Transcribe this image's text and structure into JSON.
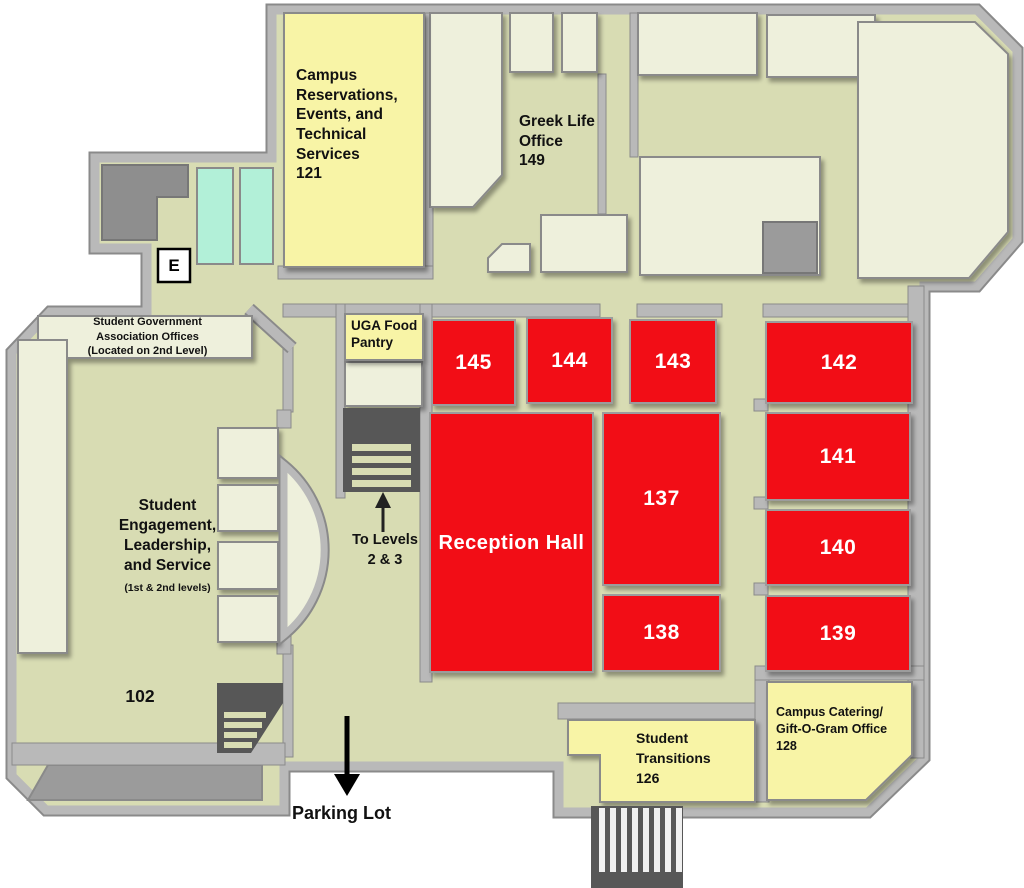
{
  "colors": {
    "background": "#ffffff",
    "floor": "#d8dcb3",
    "wall": "#b9b9b9",
    "wall_edge": "#8a8a8a",
    "room_light": "#eef0dc",
    "room_yellow": "#f8f4a6",
    "room_red": "#f20d12",
    "room_cyan": "#b2f0d8",
    "room_dark_gray": "#8e8e8e",
    "stair_dark": "#575757",
    "ramp_gray": "#9b9b9b",
    "label_text": "#111111",
    "label_text_on_red": "#ffffff"
  },
  "rooms": {
    "campus_reservations": {
      "label": "Campus\nReservations,\nEvents, and\nTechnical\nServices\n121"
    },
    "greek_life": {
      "label": "Greek Life\nOffice\n149"
    },
    "sga": {
      "label": "Student Government\nAssociation Offices\n(Located on 2nd Level)"
    },
    "sels": {
      "label": "Student\nEngagement,\nLeadership,\nand Service",
      "sublabel": "(1st & 2nd levels)"
    },
    "food_pantry": {
      "label": "UGA Food\nPantry"
    },
    "reception_hall": {
      "label": "Reception Hall"
    },
    "room_102": {
      "label": "102"
    },
    "student_transitions": {
      "label": "Student\nTransitions\n126"
    },
    "campus_catering": {
      "label": "Campus Catering/\nGift-O-Gram Office\n128"
    },
    "numbers": {
      "r145": "145",
      "r144": "144",
      "r143": "143",
      "r142": "142",
      "r141": "141",
      "r140": "140",
      "r139": "139",
      "r138": "138",
      "r137": "137"
    }
  },
  "annotations": {
    "to_levels": "To Levels\n2 & 3",
    "parking_lot": "Parking Lot",
    "elevator": "E"
  }
}
